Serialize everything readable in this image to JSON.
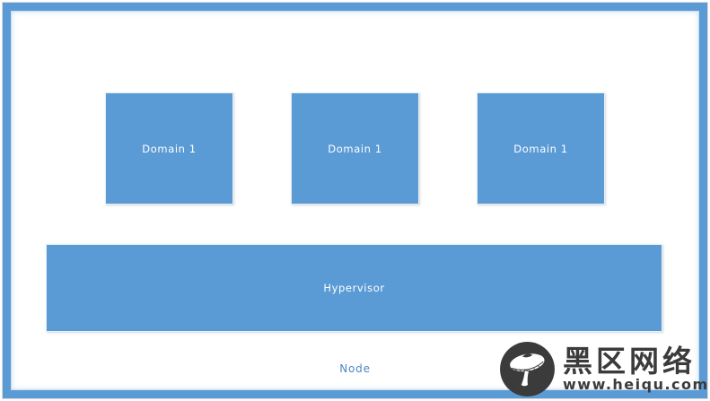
{
  "diagram": {
    "domains": [
      {
        "label": "Domain 1"
      },
      {
        "label": "Domain 1"
      },
      {
        "label": "Domain 1"
      }
    ],
    "hypervisor": {
      "label": "Hypervisor"
    },
    "node": {
      "label": "Node"
    }
  },
  "watermark": {
    "brand": "黑区网络",
    "url": "www.heiqu.com",
    "logo_icon": "mushroom-icon"
  },
  "colors": {
    "accent": "#5b9bd5",
    "frame_border": "#5b9bd5",
    "shape_text": "#ffffff",
    "node_text": "#4e86c6",
    "watermark_text": "#3b3b3b"
  }
}
